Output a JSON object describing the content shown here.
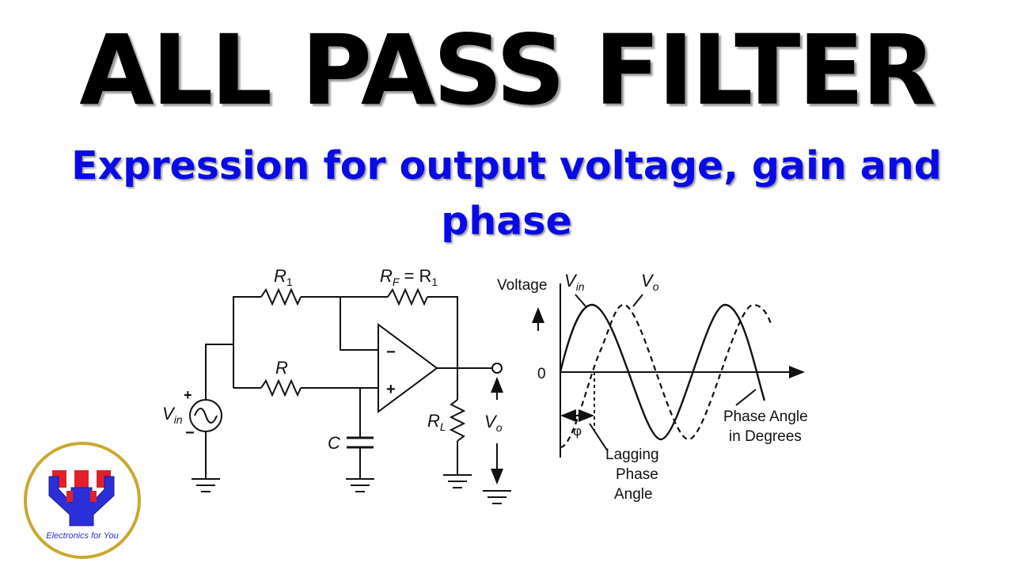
{
  "title": "ALL PASS FILTER",
  "subtitle": {
    "line1": "Expression for output voltage, gain and",
    "line2": "phase"
  },
  "circuit": {
    "r1": {
      "main": "R",
      "sub": "1"
    },
    "rf": {
      "main": "R",
      "sub": "F",
      "eq": " = R",
      "eq_sub": "1"
    },
    "r": "R",
    "c": "C",
    "rl": {
      "main": "R",
      "sub": "L"
    },
    "vin": {
      "main": "V",
      "sub": "in"
    },
    "vo": {
      "main": "V",
      "sub": "o"
    },
    "plus": "+",
    "minus": "−",
    "opamp_minus": "−",
    "opamp_plus": "+"
  },
  "waveform": {
    "voltage_label": "Voltage",
    "vin": {
      "main": "V",
      "sub": "in"
    },
    "vo": {
      "main": "V",
      "sub": "o"
    },
    "zero": "0",
    "phi": "φ",
    "phase_angle_line1": "Phase Angle",
    "phase_angle_line2": "in Degrees",
    "lagging_line1": "Lagging",
    "lagging_line2": "Phase",
    "lagging_line3": "Angle"
  },
  "logo": {
    "caption": "Electronics for You",
    "colors": {
      "blue": "#2b2fd8",
      "red": "#e0202a",
      "border": "#c9a830"
    }
  }
}
